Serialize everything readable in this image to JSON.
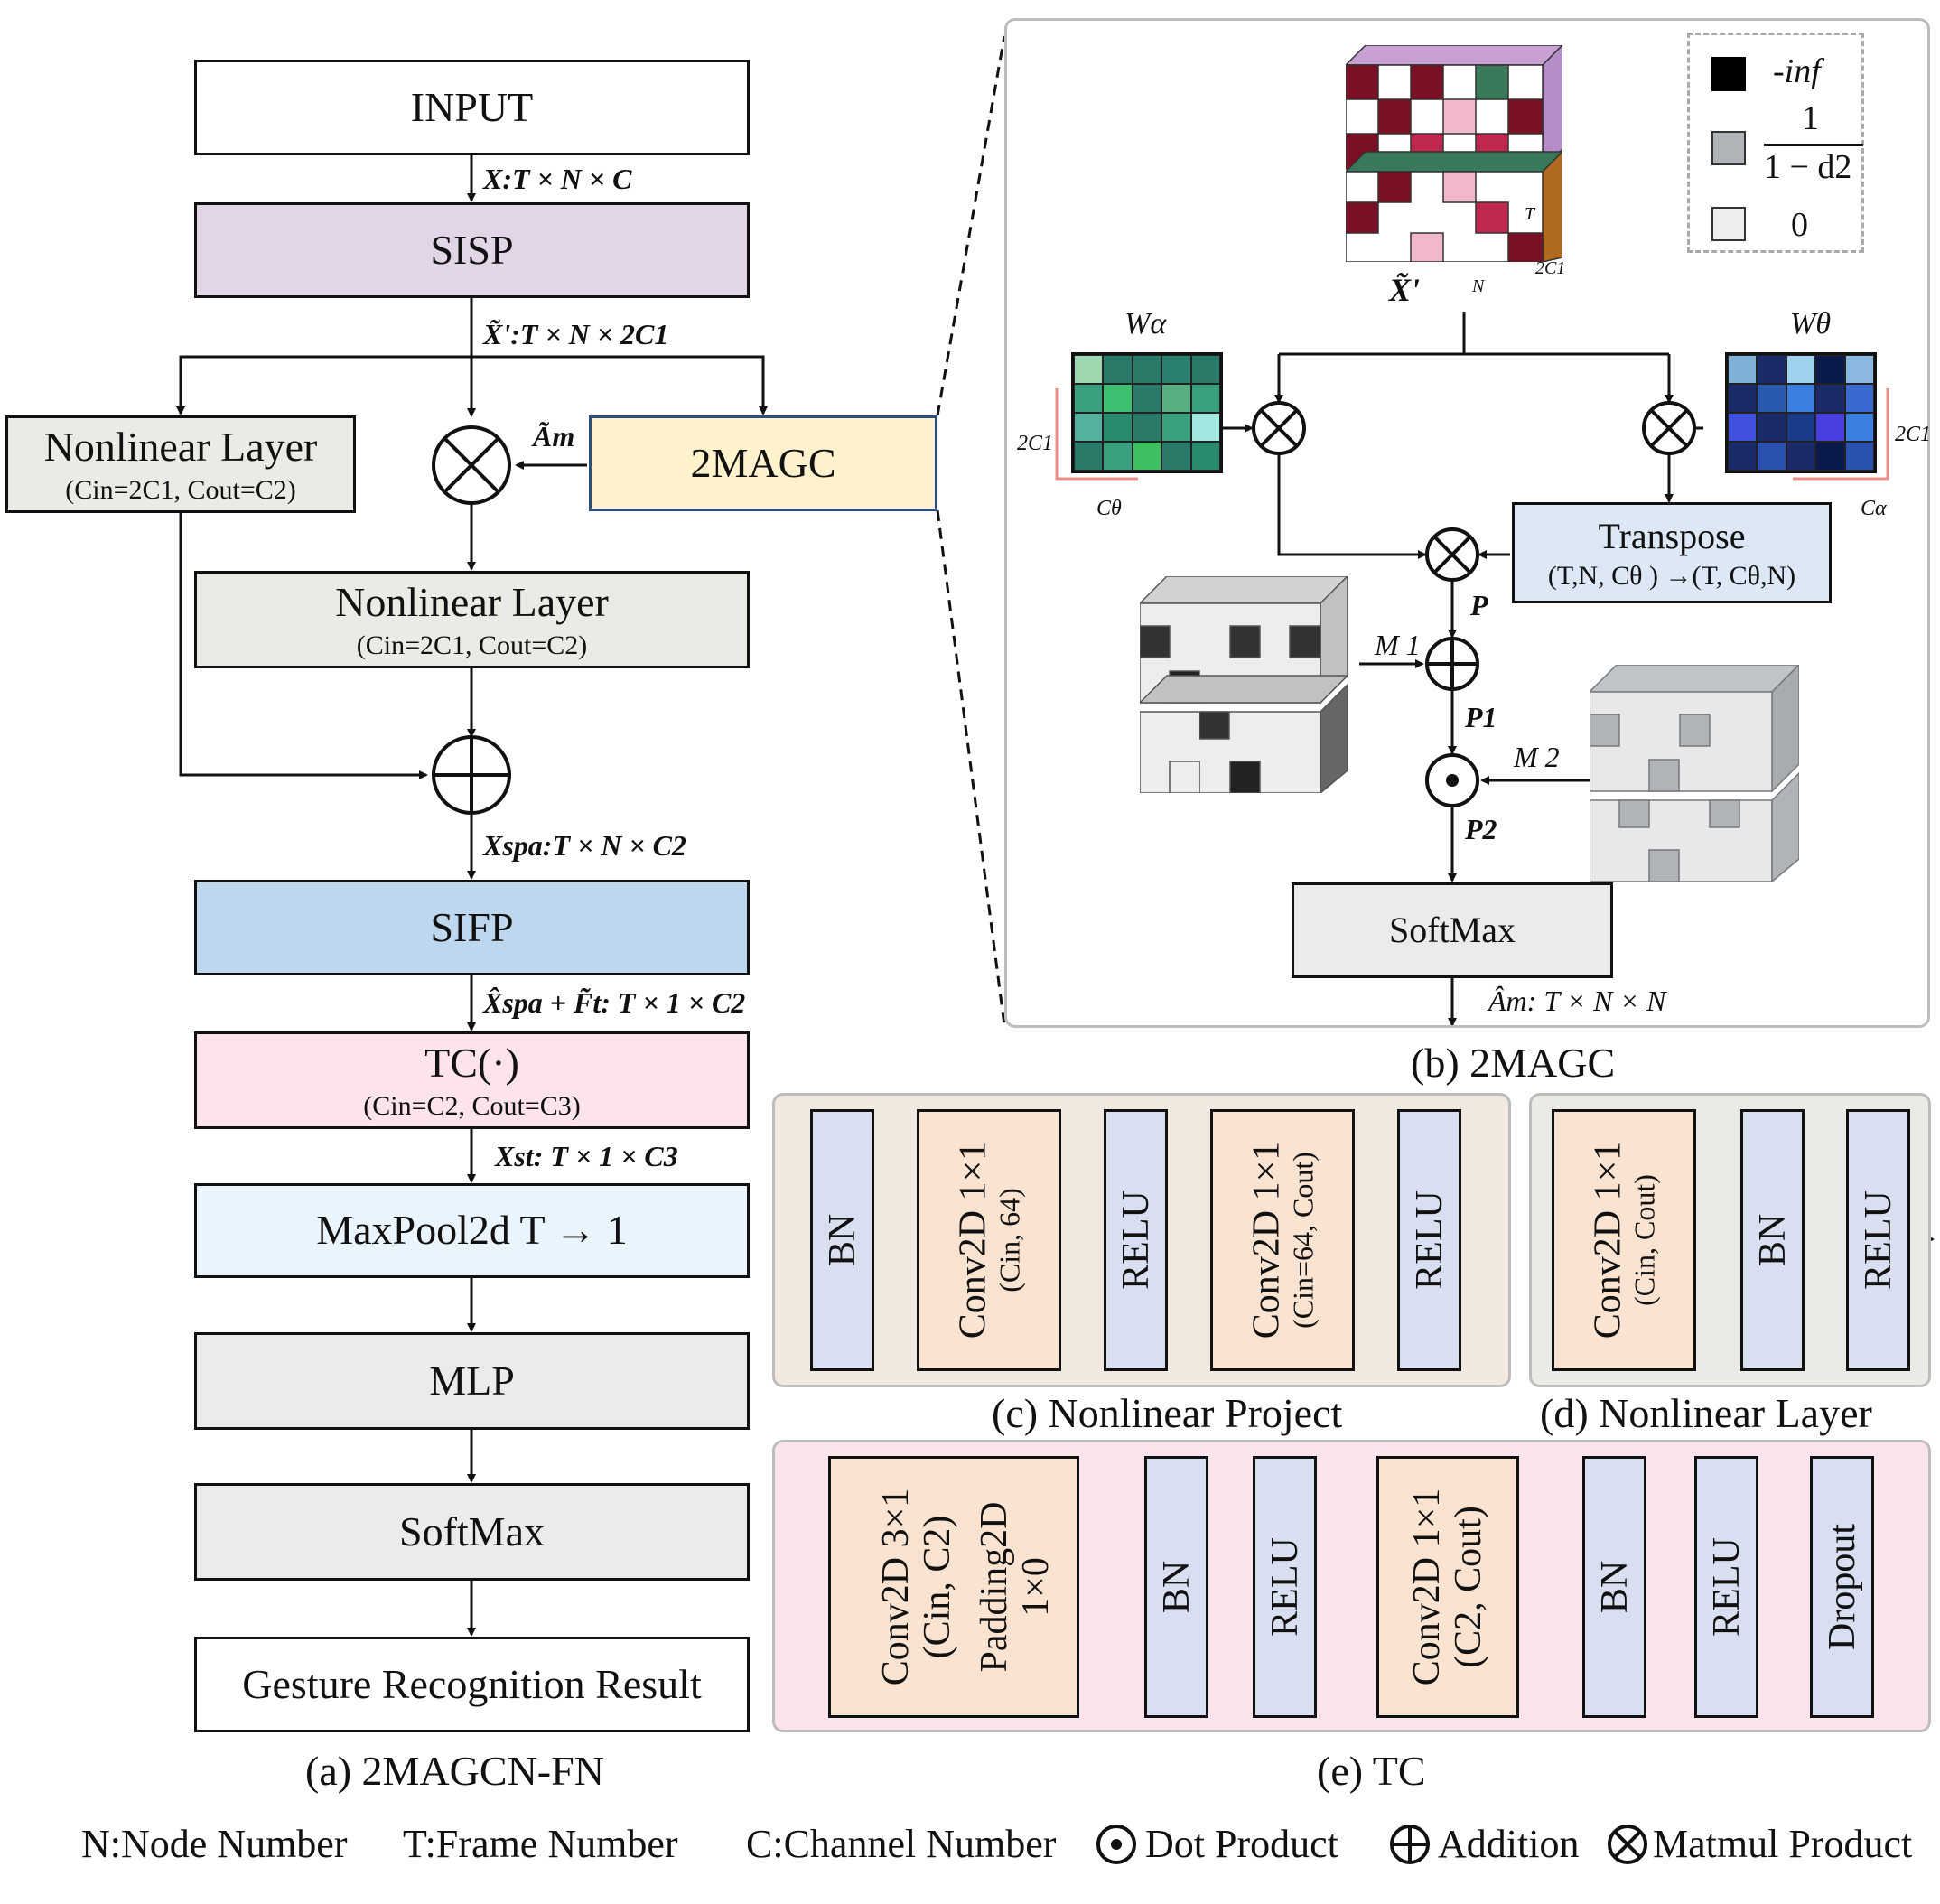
{
  "main_flow": {
    "input": "INPUT",
    "sisp": "SISP",
    "nonlinear_left": {
      "title": "Nonlinear Layer",
      "params": "(Cin=2C1, Cout=C2)"
    },
    "twomagc": "2MAGC",
    "nonlinear_center": {
      "title": "Nonlinear Layer",
      "params": "(Cin=2C1, Cout=C2)"
    },
    "sifp": "SIFP",
    "tc": {
      "title": "TC(·)",
      "params": "(Cin=C2, Cout=C3)"
    },
    "maxpool": "MaxPool2d T → 1",
    "mlp": "MLP",
    "softmax": "SoftMax",
    "result": "Gesture Recognition Result",
    "labels": {
      "x_input": "X:T × N × C",
      "x_prime": "X̃':T × N × 2C1",
      "a_m": "Ãm",
      "x_spa": "Xspa:T × N × C2",
      "x_spa_ft": "X̂spa + F̃t: T × 1 × C2",
      "x_st": "Xst: T × 1 × C3"
    },
    "caption": "(a) 2MAGCN-FN"
  },
  "magc_panel": {
    "caption": "(b) 2MAGC",
    "x_tilde": "X̃'",
    "w_alpha": "Wα",
    "w_theta": "Wθ",
    "two_c1": "2C1",
    "c_theta": "Cθ",
    "c_alpha": "Cα",
    "transpose": {
      "title": "Transpose",
      "sub": "(T,N, Cθ ) →(T, Cθ,N)"
    },
    "p": "P",
    "m1": "M 1",
    "p1": "P1",
    "m2": "M 2",
    "p2": "P2",
    "softmax": "SoftMax",
    "output": "Âm: T × N × N",
    "t": "T",
    "n": "N",
    "legend": {
      "neg_inf": "-inf",
      "frac_num": "1",
      "frac_den": "1 − d2",
      "zero": "0"
    }
  },
  "nonlinear_project": {
    "caption": "(c) Nonlinear Project",
    "blocks": [
      {
        "title": "BN",
        "sub": ""
      },
      {
        "title": "Conv2D 1×1",
        "sub": "(Cin, 64)"
      },
      {
        "title": "RELU",
        "sub": ""
      },
      {
        "title": "Conv2D 1×1",
        "sub": "(Cin=64, Cout)"
      },
      {
        "title": "RELU",
        "sub": ""
      }
    ]
  },
  "nonlinear_layer": {
    "caption": "(d) Nonlinear Layer",
    "blocks": [
      {
        "title": "Conv2D 1×1",
        "sub": "(Cin, Cout)"
      },
      {
        "title": "BN",
        "sub": ""
      },
      {
        "title": "RELU",
        "sub": ""
      }
    ]
  },
  "tc_panel": {
    "caption": "(e) TC",
    "conv1": {
      "line1": "Conv2D 3×1",
      "line2": "(Cin, C2)",
      "line3": "Padding2D",
      "line4": "1×0"
    },
    "conv2": {
      "line1": "Conv2D 1×1",
      "line2": "(C2, Cout)"
    },
    "blocks": [
      "BN",
      "RELU",
      "BN",
      "RELU",
      "Dropout"
    ]
  },
  "footer": {
    "node": "N:Node Number",
    "frame": "T:Frame Number",
    "channel": "C:Channel Number",
    "dot": "Dot Product",
    "add": "Addition",
    "matmul": "Matmul Product"
  },
  "colors": {
    "sisp": "#e1d5e7",
    "magc": "#fff2cc",
    "nonlinear": "#ebebe6",
    "sifp": "#bdd7ee",
    "tc": "#fde4ec",
    "maxpool": "#eaf4fd",
    "gray": "#ebebeb",
    "transpose": "#dce8f5",
    "bn": "#d7dff0",
    "conv": "#fbe3d2",
    "panel_c": "#f1e9df",
    "panel_e": "#fce4ec"
  }
}
